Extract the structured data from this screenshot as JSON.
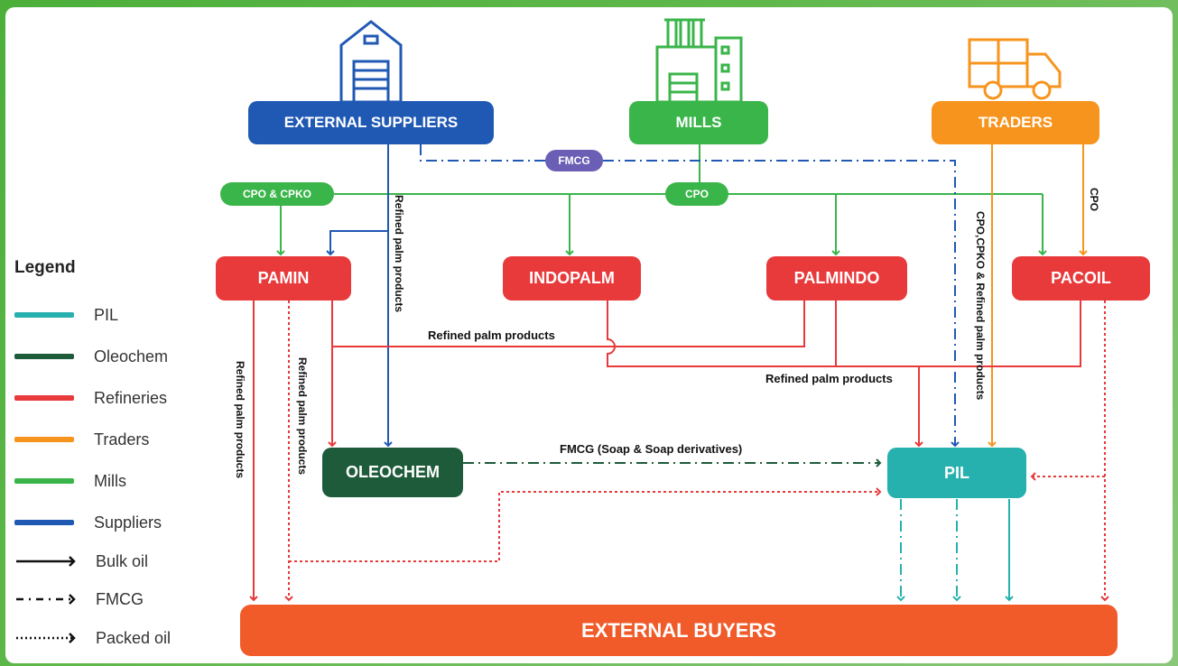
{
  "nodes": {
    "external_suppliers": "EXTERNAL SUPPLIERS",
    "mills": "MILLS",
    "traders": "TRADERS",
    "pamin": "PAMIN",
    "indopalm": "INDOPALM",
    "palmindo": "PALMINDO",
    "pacoil": "PACOIL",
    "oleochem": "OLEOCHEM",
    "pil": "PIL",
    "external_buyers": "EXTERNAL BUYERS"
  },
  "pills": {
    "fmcg": "FMCG",
    "cpo_cpko": "CPO & CPKO",
    "cpo": "CPO"
  },
  "labels": {
    "refined_vertical_suppliers": "Refined palm products",
    "refined_horizontal_top": "Refined palm products",
    "refined_horizontal_bottom": "Refined palm products",
    "refined_pamin_left": "Refined palm products",
    "refined_pamin_right": "Refined palm products",
    "cpo_traders": "CPO",
    "cpo_cpko_refined": "CPO,CPKO & Refined palm products",
    "fmcg_soap": "FMCG (Soap & Soap derivatives)"
  },
  "legend": {
    "title": "Legend",
    "items": [
      {
        "label": "PIL",
        "color": "#26b0ae"
      },
      {
        "label": "Oleochem",
        "color": "#1e5b3a"
      },
      {
        "label": "Refineries",
        "color": "#e8393b"
      },
      {
        "label": "Traders",
        "color": "#f7941d"
      },
      {
        "label": "Mills",
        "color": "#3ab54a"
      },
      {
        "label": "Suppliers",
        "color": "#2059b4"
      }
    ],
    "arrows": [
      {
        "label": "Bulk oil",
        "style": "solid"
      },
      {
        "label": "FMCG",
        "style": "dashdot"
      },
      {
        "label": "Packed oil",
        "style": "dotted"
      }
    ]
  },
  "colors": {
    "pil": "#26b0ae",
    "oleochem": "#1e5b3a",
    "refineries": "#e8393b",
    "traders": "#f7941d",
    "mills": "#3ab54a",
    "suppliers": "#2059b4",
    "fmcg_pill": "#6b5fb5",
    "buyers": "#f15a29"
  },
  "icons": {
    "suppliers": "warehouse-icon",
    "mills": "factory-icon",
    "traders": "truck-icon"
  }
}
